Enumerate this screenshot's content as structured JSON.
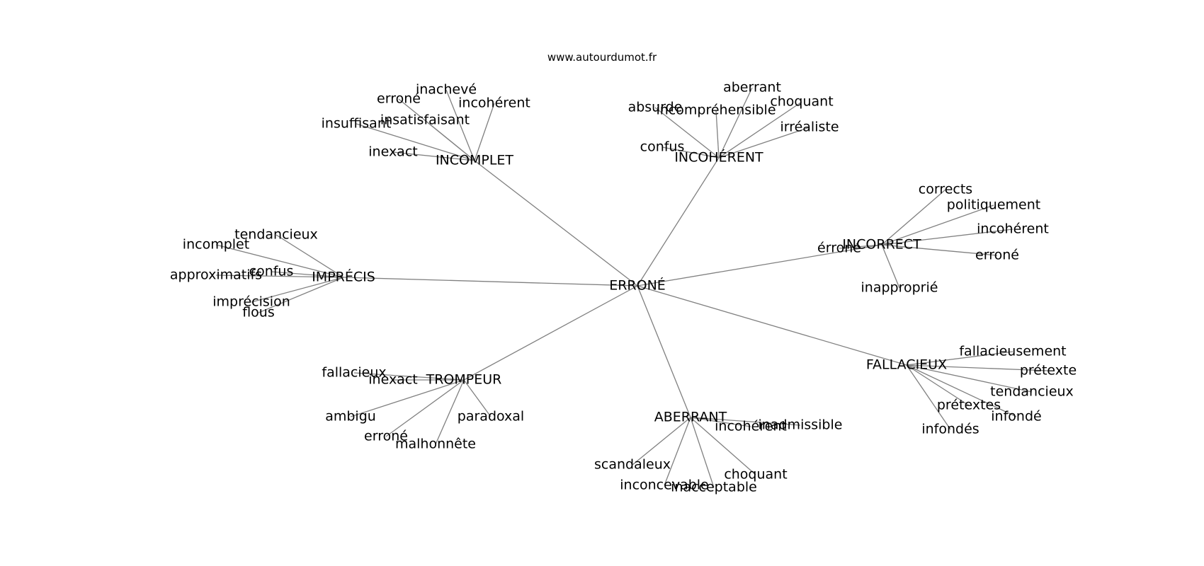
{
  "source": "www.autourdumot.fr",
  "colors": {
    "edge": "#808080",
    "text": "#000000",
    "background": "#ffffff"
  },
  "root": "ERRONÉ",
  "clusters": [
    {
      "label": "INCOMPLET",
      "words": [
        "erroné",
        "inachevé",
        "incohérent",
        "insatisfaisant",
        "insuffisant",
        "inexact"
      ]
    },
    {
      "label": "INCOHÉRENT",
      "words": [
        "aberrant",
        "absurde",
        "incompréhensible",
        "choquant",
        "irréaliste",
        "confus"
      ]
    },
    {
      "label": "INCORRECT",
      "words": [
        "corrects",
        "politiquement",
        "incohérent",
        "erroné",
        "érroné",
        "inapproprié"
      ]
    },
    {
      "label": "IMPRÉCIS",
      "words": [
        "tendancieux",
        "incomplet",
        "confus",
        "approximatifs",
        "imprécision",
        "flous"
      ]
    },
    {
      "label": "FALLACIEUX",
      "words": [
        "fallacieusement",
        "prétexte",
        "tendancieux",
        "prétextes",
        "infondé",
        "infondés"
      ]
    },
    {
      "label": "TROMPEUR",
      "words": [
        "fallacieux",
        "inexact",
        "ambigu",
        "erroné",
        "malhonnête",
        "paradoxal"
      ]
    },
    {
      "label": "ABERRANT",
      "words": [
        "incohérent",
        "inadmissible",
        "scandaleux",
        "inconcevable",
        "inacceptable",
        "choquant"
      ]
    }
  ]
}
